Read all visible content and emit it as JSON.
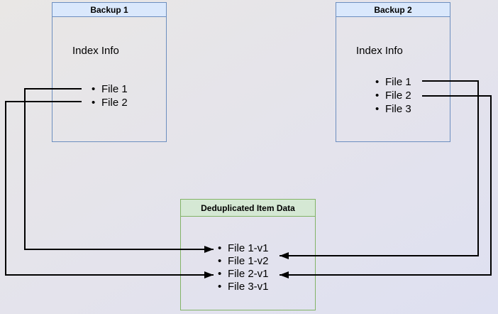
{
  "nodes": {
    "backup1": {
      "title": "Backup 1",
      "subtitle": "Index Info",
      "items": [
        "File 1",
        "File 2"
      ]
    },
    "backup2": {
      "title": "Backup 2",
      "subtitle": "Index Info",
      "items": [
        "File 1",
        "File 2",
        "File 3"
      ]
    },
    "dedup": {
      "title": "Deduplicated Item Data",
      "items": [
        "File 1-v1",
        "File 1-v2",
        "File 2-v1",
        "File 3-v1"
      ]
    }
  },
  "edges": [
    {
      "from": "Backup 1 / File 1",
      "to": "Deduplicated Item Data / File 1-v1"
    },
    {
      "from": "Backup 1 / File 2",
      "to": "Deduplicated Item Data / File 2-v1"
    },
    {
      "from": "Backup 2 / File 1",
      "to": "Deduplicated Item Data / File 1-v2"
    },
    {
      "from": "Backup 2 / File 2",
      "to": "Deduplicated Item Data / File 2-v1"
    }
  ],
  "colors": {
    "node_border_blue": "#6c8ebf",
    "node_header_blue": "#dae8fc",
    "node_border_green": "#82b366",
    "node_header_green": "#d5e8d4",
    "edge": "#000000"
  }
}
